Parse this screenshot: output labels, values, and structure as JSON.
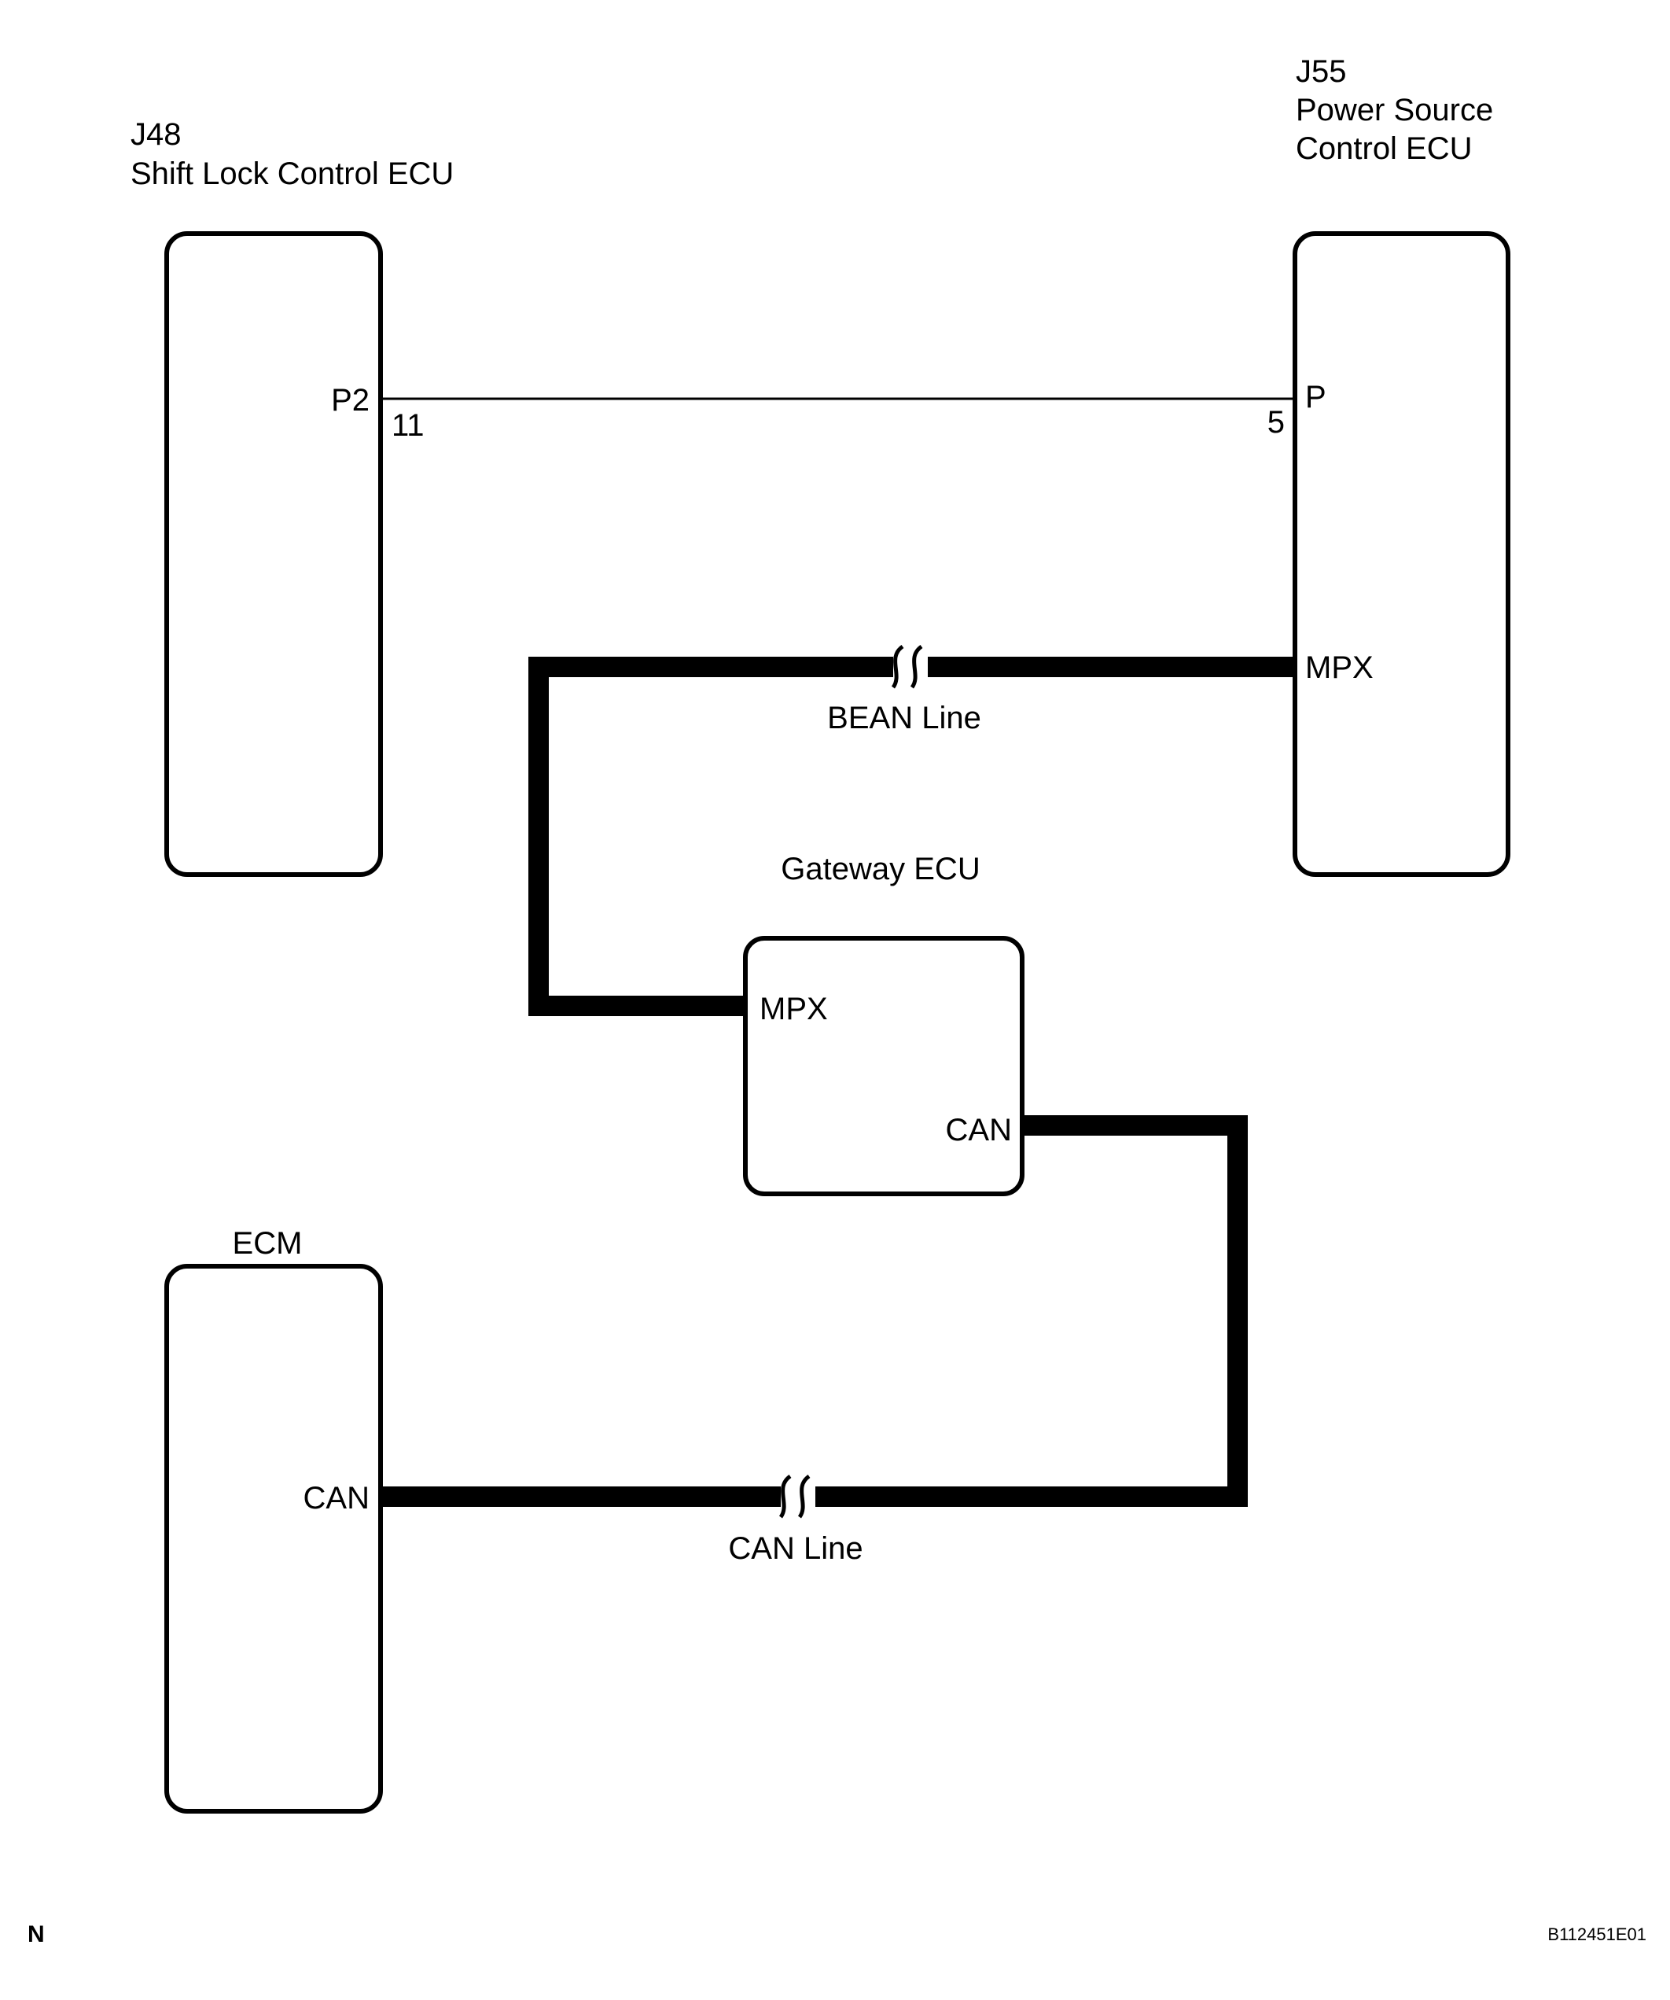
{
  "components": {
    "shift_lock": {
      "code": "J48",
      "name": "Shift Lock Control ECU",
      "connector": "P2",
      "pin": "11"
    },
    "power_source": {
      "code": "J55",
      "name_line1": "Power Source",
      "name_line2": "Control ECU",
      "connector": "P",
      "pin": "5",
      "mpx": "MPX"
    },
    "gateway": {
      "name": "Gateway ECU",
      "mpx": "MPX",
      "can": "CAN"
    },
    "ecm": {
      "name": "ECM",
      "can": "CAN"
    }
  },
  "lines": {
    "bean": "BEAN Line",
    "can": "CAN Line"
  },
  "footer": {
    "left": "N",
    "right": "B112451E01"
  }
}
